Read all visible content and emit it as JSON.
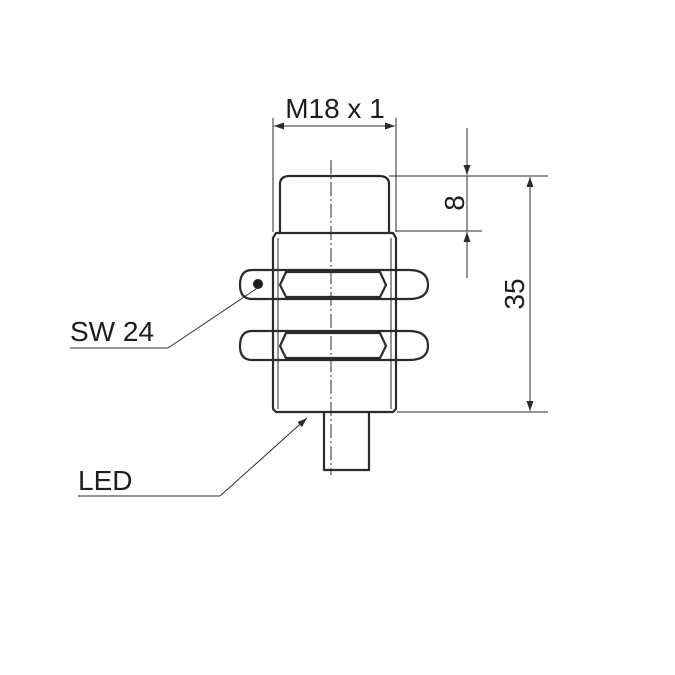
{
  "labels": {
    "thread": "M18 x 1",
    "wrench_size": "SW 24",
    "led": "LED",
    "face_length": "8",
    "total_length": "35"
  }
}
